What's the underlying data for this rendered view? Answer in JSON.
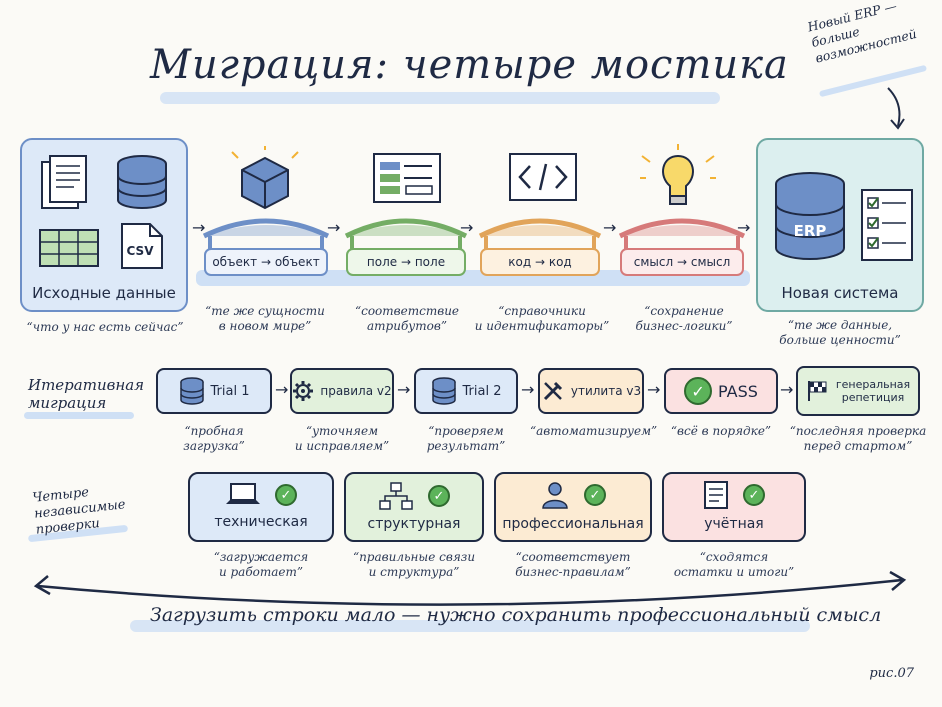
{
  "title": "Миграция: четыре мостика",
  "erp_note": [
    "Новый ERP —",
    "больше возможностей"
  ],
  "source": {
    "label": "Исходные данные",
    "quote": "“что у нас есть сейчас”",
    "csv": "CSV"
  },
  "target": {
    "label": "Новая система",
    "erp": "ERP",
    "quote": [
      "“те же данные,",
      "больше ценности”"
    ]
  },
  "bridges": [
    {
      "label": "объект → объект",
      "quote": [
        "“те же сущности",
        "в новом мире”"
      ],
      "color": "#6d8fc7"
    },
    {
      "label": "поле → поле",
      "quote": [
        "“соответствие",
        "атрибутов”"
      ],
      "color": "#74ad65"
    },
    {
      "label": "код → код",
      "quote": [
        "“справочники",
        "и идентификаторы”"
      ],
      "color": "#e1a45a"
    },
    {
      "label": "смысл → смысл",
      "quote": [
        "“сохранение",
        "бизнес-логики”"
      ],
      "color": "#d67a7a"
    }
  ],
  "iter_label": [
    "Итеративная",
    "миграция"
  ],
  "iterations": [
    {
      "label": "Trial 1",
      "quote": [
        "“пробная",
        "загрузка”"
      ],
      "color": "blue"
    },
    {
      "label": "правила v2",
      "quote": [
        "“уточняем",
        "и исправляем”"
      ],
      "color": "green"
    },
    {
      "label": "Trial 2",
      "quote": [
        "“проверяем",
        "результат”"
      ],
      "color": "blue"
    },
    {
      "label": "утилита v3",
      "quote": [
        "“автоматизируем”"
      ],
      "color": "orange"
    },
    {
      "label": "PASS",
      "quote": [
        "“всё в порядке”"
      ],
      "color": "red"
    },
    {
      "label": [
        "генеральная",
        "репетиция"
      ],
      "quote": [
        "“последняя проверка",
        "перед стартом”"
      ],
      "color": "green"
    }
  ],
  "checks_label": [
    "Четыре",
    "независимые",
    "проверки"
  ],
  "checks": [
    {
      "label": "техническая",
      "quote": [
        "“загружается",
        "и работает”"
      ],
      "color": "blue"
    },
    {
      "label": "структурная",
      "quote": [
        "“правильные связи",
        "и структура”"
      ],
      "color": "green"
    },
    {
      "label": "профессиональная",
      "quote": [
        "“соответствует",
        "бизнес-правилам”"
      ],
      "color": "orange"
    },
    {
      "label": "учётная",
      "quote": [
        "“сходятся",
        "остатки и итоги”"
      ],
      "color": "red"
    }
  ],
  "bottom": "Загрузить строки мало — нужно сохранить профессиональный смысл",
  "figno": "рис.07"
}
